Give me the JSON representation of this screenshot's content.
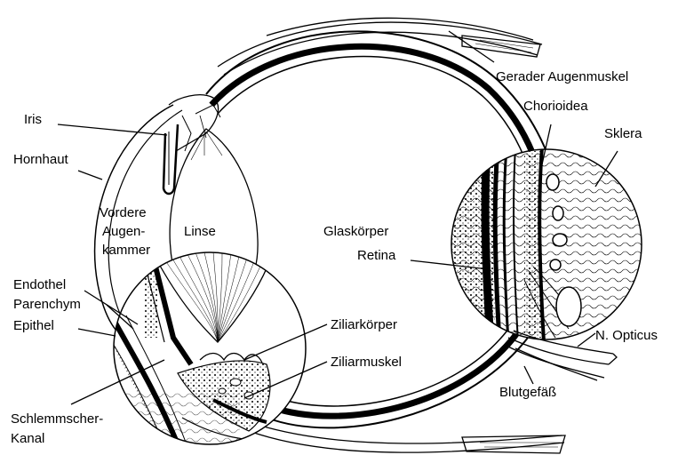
{
  "labels": {
    "gerader_augenmuskel": "Gerader Augenmuskel",
    "chorioidea": "Chorioidea",
    "sklera": "Sklera",
    "iris": "Iris",
    "hornhaut": "Hornhaut",
    "vordere_1": "Vordere",
    "vordere_2": "Augen-",
    "vordere_3": "kammer",
    "linse": "Linse",
    "glaskoerper": "Glaskörper",
    "retina": "Retina",
    "endothel": "Endothel",
    "parenchym": "Parenchym",
    "epithel": "Epithel",
    "ziliarkoerper": "Ziliarkörper",
    "ziliarmuskel": "Ziliarmuskel",
    "n_opticus": "N. Opticus",
    "blutgefaess": "Blutgefäß",
    "schlemm_1": "Schlemmscher-",
    "schlemm_2": "Kanal"
  },
  "colors": {
    "ink": "#000000",
    "paper": "#ffffff"
  }
}
